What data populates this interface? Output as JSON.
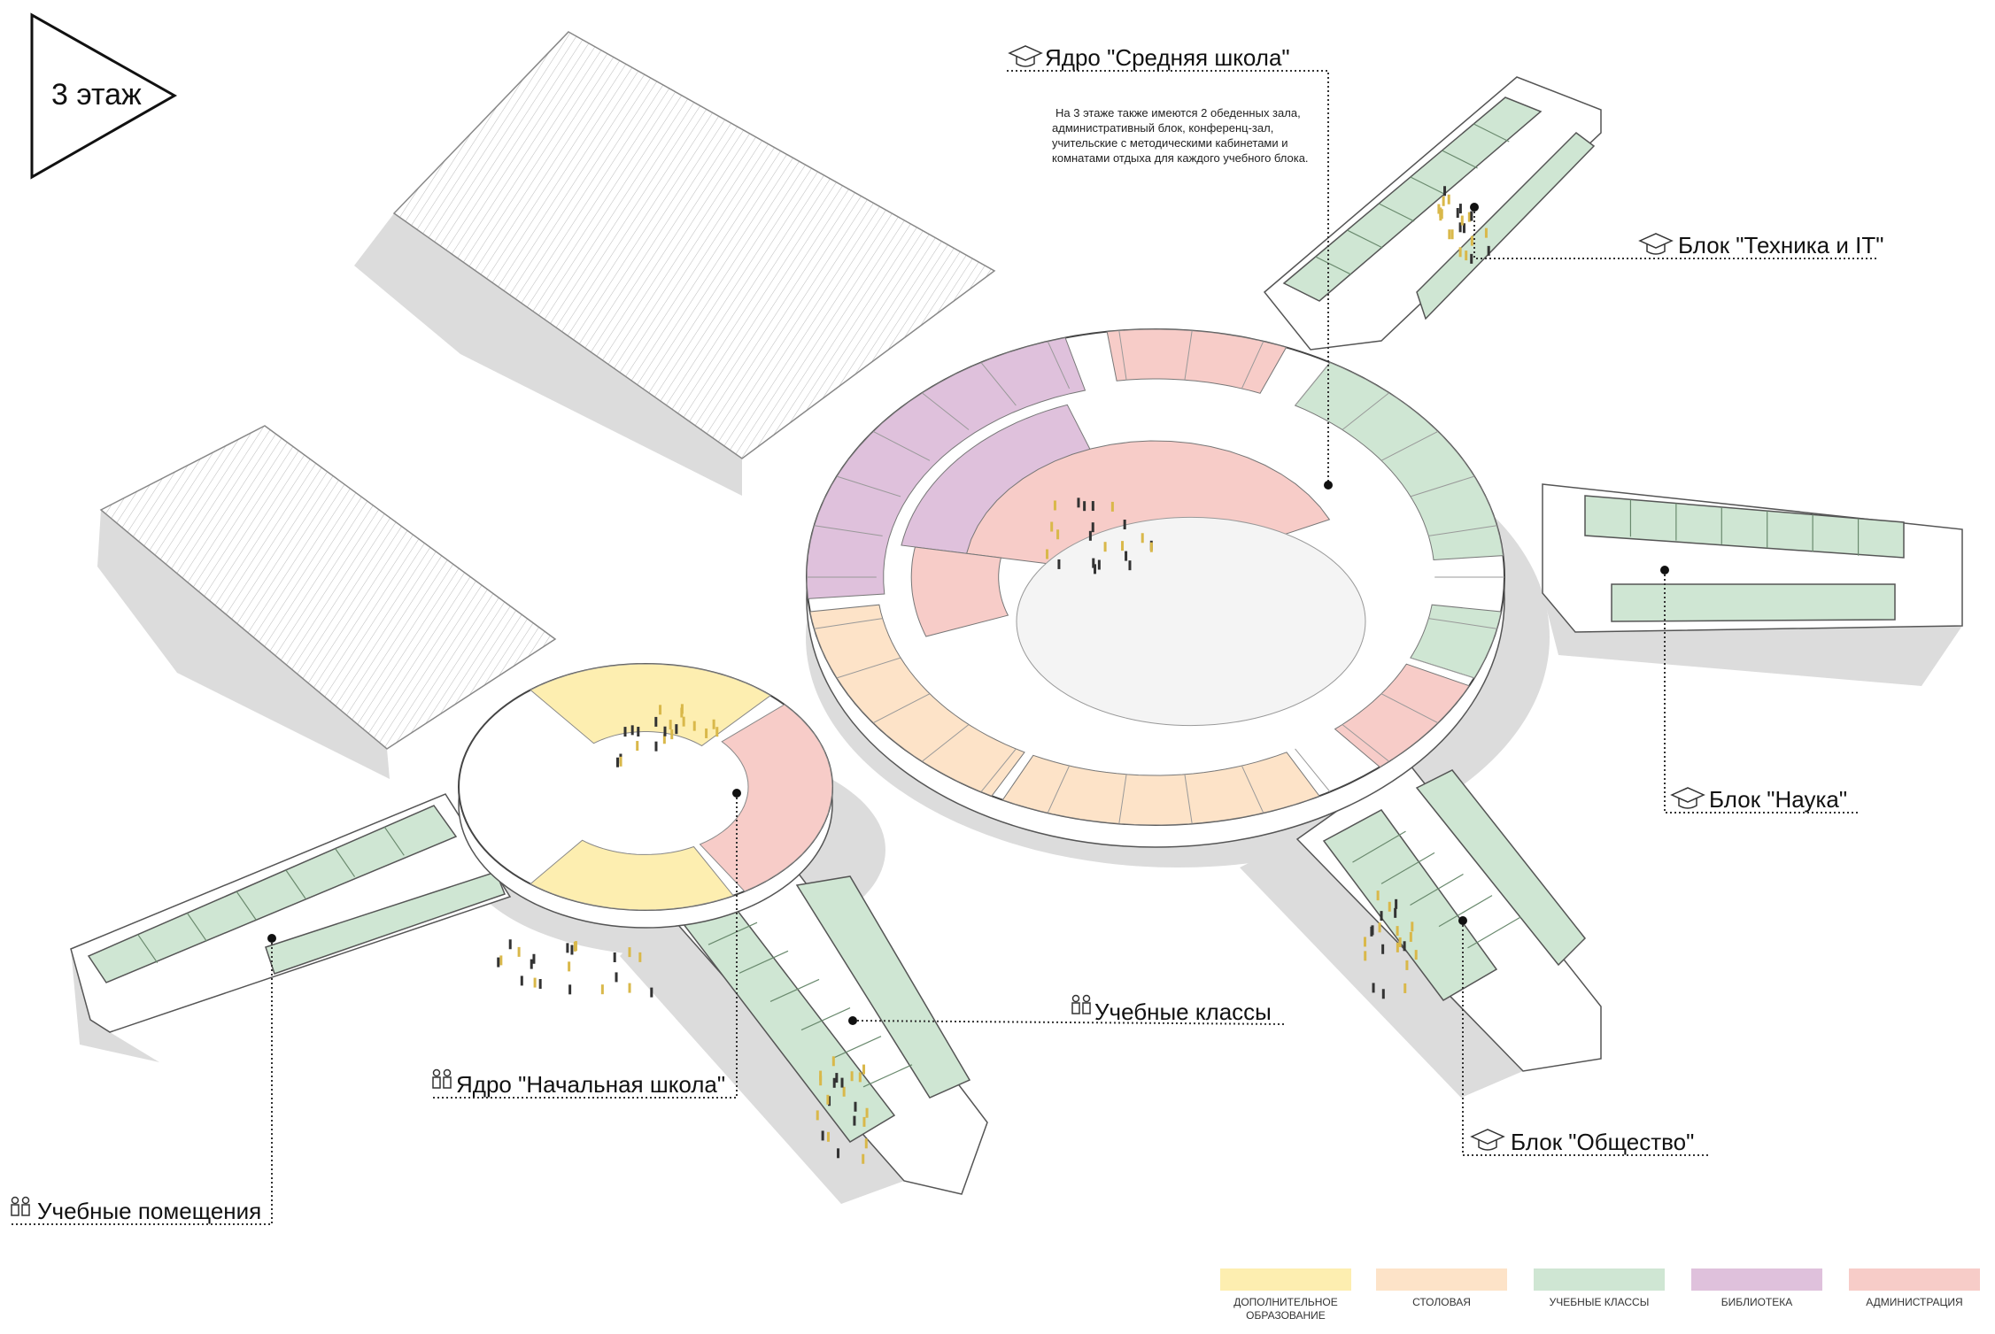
{
  "floor_title": "3 этаж",
  "labels": {
    "middle_school": "Ядро \"Средняя школа\"",
    "tech_it": "Блок \"Техника и IT\"",
    "science": "Блок \"Наука\"",
    "classrooms": "Учебные классы",
    "primary_school": "Ядро \"Начальная школа\"",
    "society": "Блок \"Общество\"",
    "study_rooms": "Учебные помещения"
  },
  "icons": {
    "graduation": "graduation-cap-icon",
    "children": "children-icon"
  },
  "note": [
    "На 3 этаже также имеются 2 обеденных зала,",
    "административный блок, конференц-зал,",
    "учительские с методическими кабинетами и",
    "комнатами отдыха для каждого учебного блока."
  ],
  "legend": [
    {
      "line1": "ДОПОЛНИТЕЛЬНОЕ",
      "line2": "ОБРАЗОВАНИЕ",
      "color": "#fdeeb0"
    },
    {
      "line1": "СТОЛОВАЯ",
      "line2": "",
      "color": "#fde3c8"
    },
    {
      "line1": "УЧЕБНЫЕ КЛАССЫ",
      "line2": "",
      "color": "#cfe6d3"
    },
    {
      "line1": "БИБЛИОТЕКА",
      "line2": "",
      "color": "#dfc1dc"
    },
    {
      "line1": "АДМИНИСТРАЦИЯ",
      "line2": "",
      "color": "#f7ccc8"
    }
  ],
  "colors": {
    "yellow": "#fdeeb0",
    "orange": "#fde3c8",
    "green": "#cfe6d3",
    "purple": "#dfc1dc",
    "pink": "#f7ccc8",
    "shadow": "#dcdcdc"
  }
}
